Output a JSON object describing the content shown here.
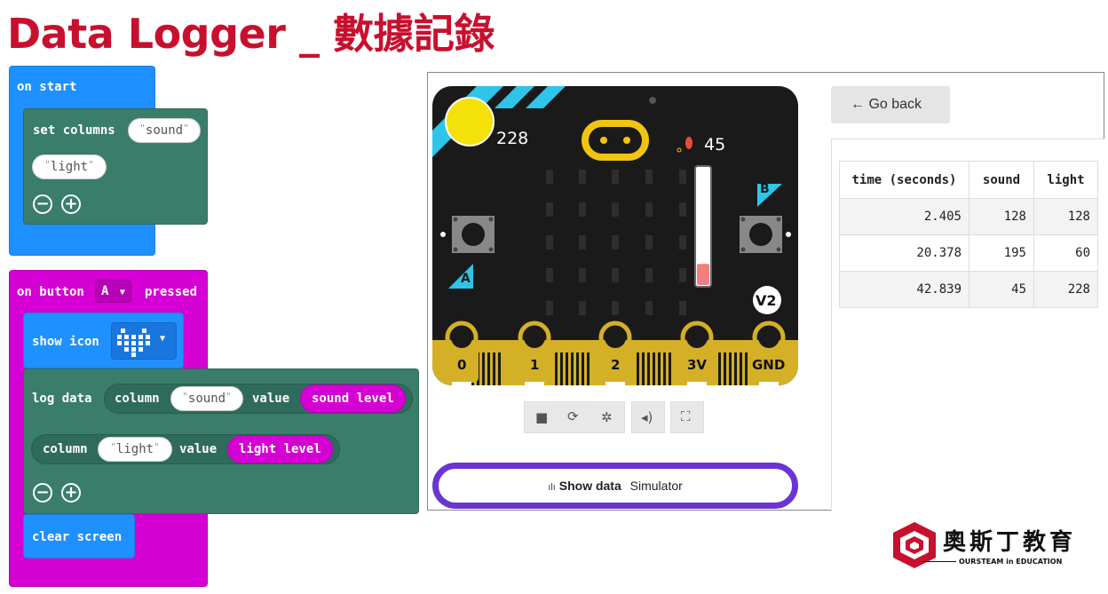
{
  "title": "Data Logger _ 數據記錄",
  "blocks": {
    "on_start": "on start",
    "set_columns": "set columns",
    "col_sound": "sound",
    "col_light": "light",
    "on_button": "on button",
    "button_value": "A",
    "pressed": "pressed",
    "show_icon": "show icon",
    "log_data": "log data",
    "column": "column",
    "value": "value",
    "sound_level": "sound level",
    "light_level": "light level",
    "clear_screen": "clear screen",
    "minus": "−",
    "plus": "+"
  },
  "simulator": {
    "light_value": "228",
    "sound_value": "45",
    "button_a": "A",
    "button_b": "B",
    "version": "V2",
    "pins": [
      "0",
      "1",
      "2",
      "3V",
      "GND"
    ],
    "sound_level_fraction": 0.18,
    "show_data_label": "Show data",
    "show_data_sub": "Simulator"
  },
  "data_view": {
    "go_back": "← Go back",
    "headers": [
      "time (seconds)",
      "sound",
      "light"
    ],
    "rows": [
      [
        "2.405",
        "128",
        "128"
      ],
      [
        "20.378",
        "195",
        "60"
      ],
      [
        "42.839",
        "45",
        "228"
      ]
    ]
  },
  "logo": {
    "name": "奧斯丁教育",
    "tagline": "OURSTEAM in EDUCATION"
  },
  "colors": {
    "title": "#c8102e",
    "blue_block": "#1e90ff",
    "teal_block": "#3a7d6b",
    "magenta_block": "#d400d4",
    "show_data_border": "#6a35d0",
    "board_gold": "#d4b026"
  }
}
